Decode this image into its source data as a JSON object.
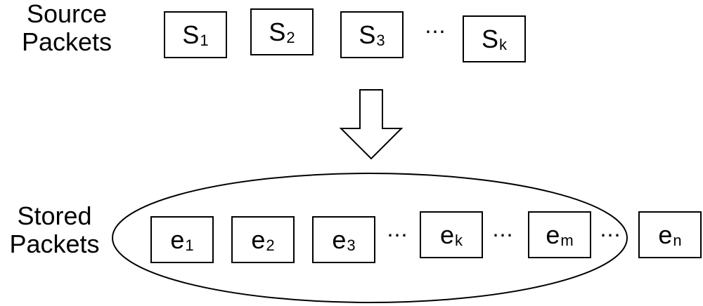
{
  "source_label": {
    "line1": "Source",
    "line2": "Packets"
  },
  "stored_label": {
    "line1": "Stored",
    "line2": "Packets"
  },
  "source_packets": [
    {
      "base": "S",
      "sub": "1"
    },
    {
      "base": "S",
      "sub": "2"
    },
    {
      "base": "S",
      "sub": "3"
    },
    {
      "base": "S",
      "sub": "k"
    }
  ],
  "stored_packets": [
    {
      "base": "e",
      "sub": "1"
    },
    {
      "base": "e",
      "sub": "2"
    },
    {
      "base": "e",
      "sub": "3"
    },
    {
      "base": "e",
      "sub": "k"
    },
    {
      "base": "e",
      "sub": "m"
    },
    {
      "base": "e",
      "sub": "n"
    }
  ],
  "ellipsis": "⋯"
}
